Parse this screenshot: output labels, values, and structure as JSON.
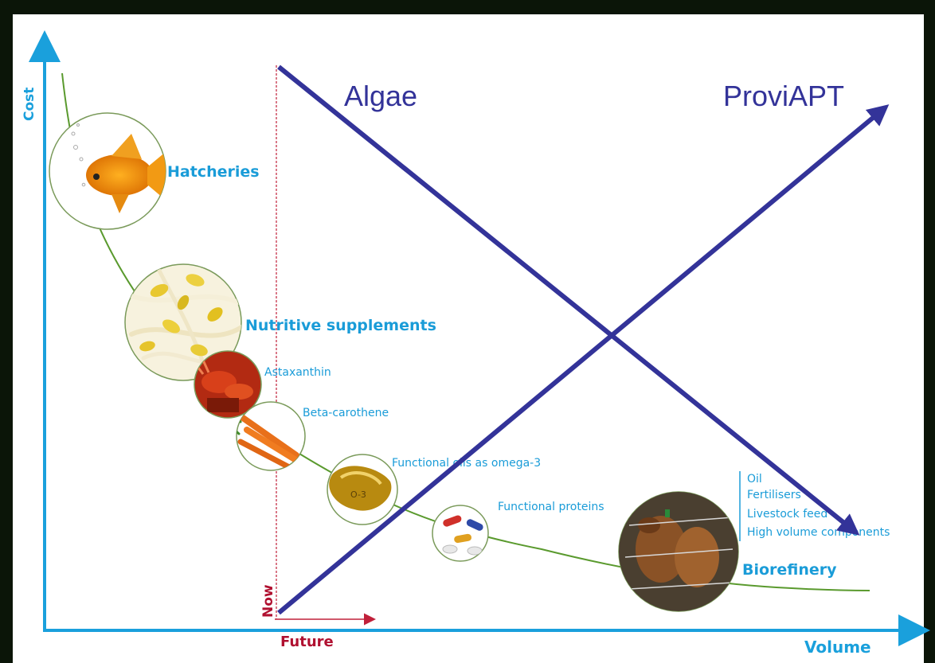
{
  "axes": {
    "y_label": "Cost",
    "x_label": "Volume",
    "now_label": "Now",
    "future_label": "Future"
  },
  "overlay": {
    "algae_label": "Algae",
    "proviapt_label": "ProviAPT"
  },
  "applications": {
    "hatcheries": "Hatcheries",
    "nutritive_supplements": "Nutritive supplements",
    "astaxanthin": "Astaxanthin",
    "beta_carotene": "Beta-carothene",
    "functional_oils": "Functional oils as omega-3",
    "functional_proteins": "Functional proteins",
    "biorefinery": "Biorefinery",
    "biorefinery_items": [
      "Oil",
      "Fertilisers",
      "Livestock feed",
      "High volume components"
    ]
  },
  "badges": {
    "omega3": "O-3"
  },
  "colors": {
    "background_frame": "#0b1508",
    "axis": "#1aa0dc",
    "curve": "#5a9a2e",
    "now_line": "#c0203a",
    "overlay_arrow": "#333399",
    "label_blue": "#1a9cd8"
  },
  "icons": [
    "goldfish",
    "bean-sprouts",
    "lobster",
    "carrots",
    "omega3-capsule",
    "pills",
    "cattle"
  ]
}
